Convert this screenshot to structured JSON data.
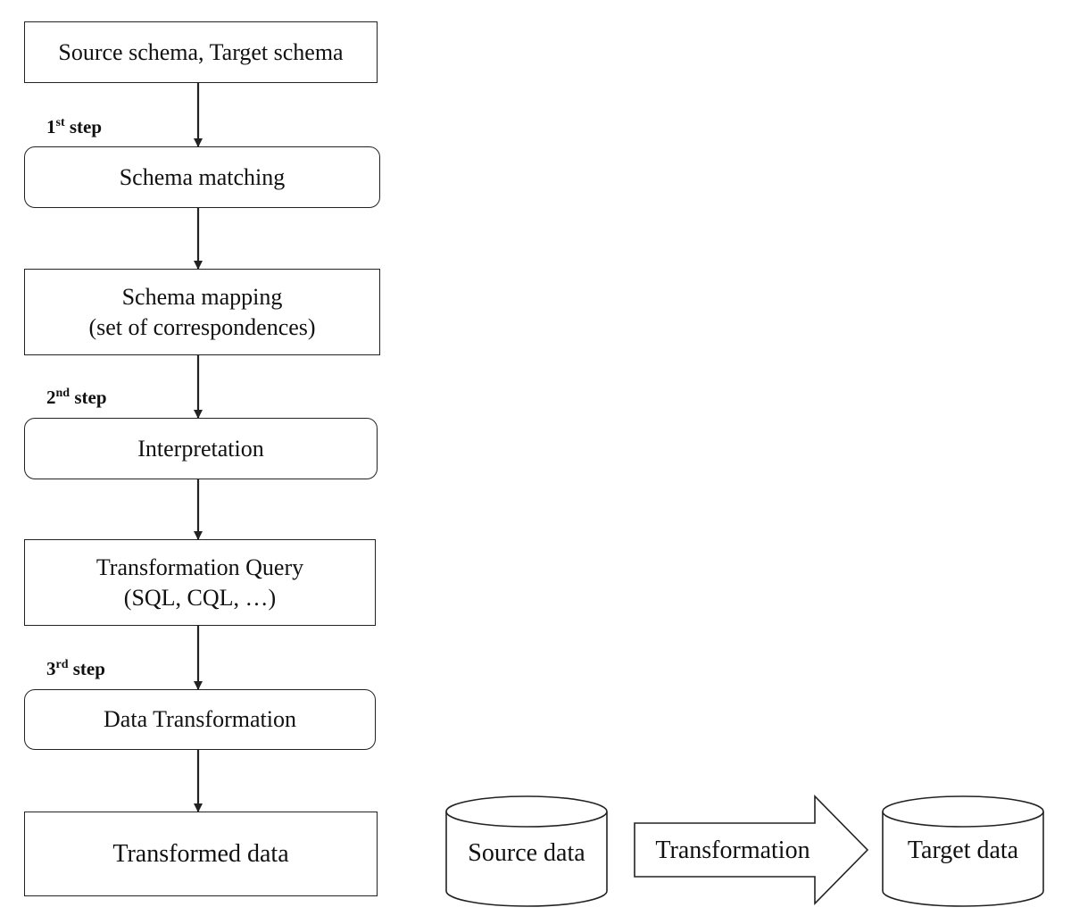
{
  "flow": {
    "input": "Source schema, Target schema",
    "matching": "Schema matching",
    "mapping": {
      "line1": "Schema mapping",
      "line2": "(set of correspondences)"
    },
    "interpretation": "Interpretation",
    "query": {
      "line1": "Transformation Query",
      "line2": "(SQL, CQL, …)"
    },
    "data_transformation": "Data Transformation",
    "output": "Transformed data"
  },
  "steps": [
    {
      "number": "1",
      "suffix": "st",
      "word": "step"
    },
    {
      "number": "2",
      "suffix": "nd",
      "word": "step"
    },
    {
      "number": "3",
      "suffix": "rd",
      "word": "step"
    }
  ],
  "legend": {
    "source": "Source data",
    "transformation": "Transformation",
    "target": "Target data"
  }
}
